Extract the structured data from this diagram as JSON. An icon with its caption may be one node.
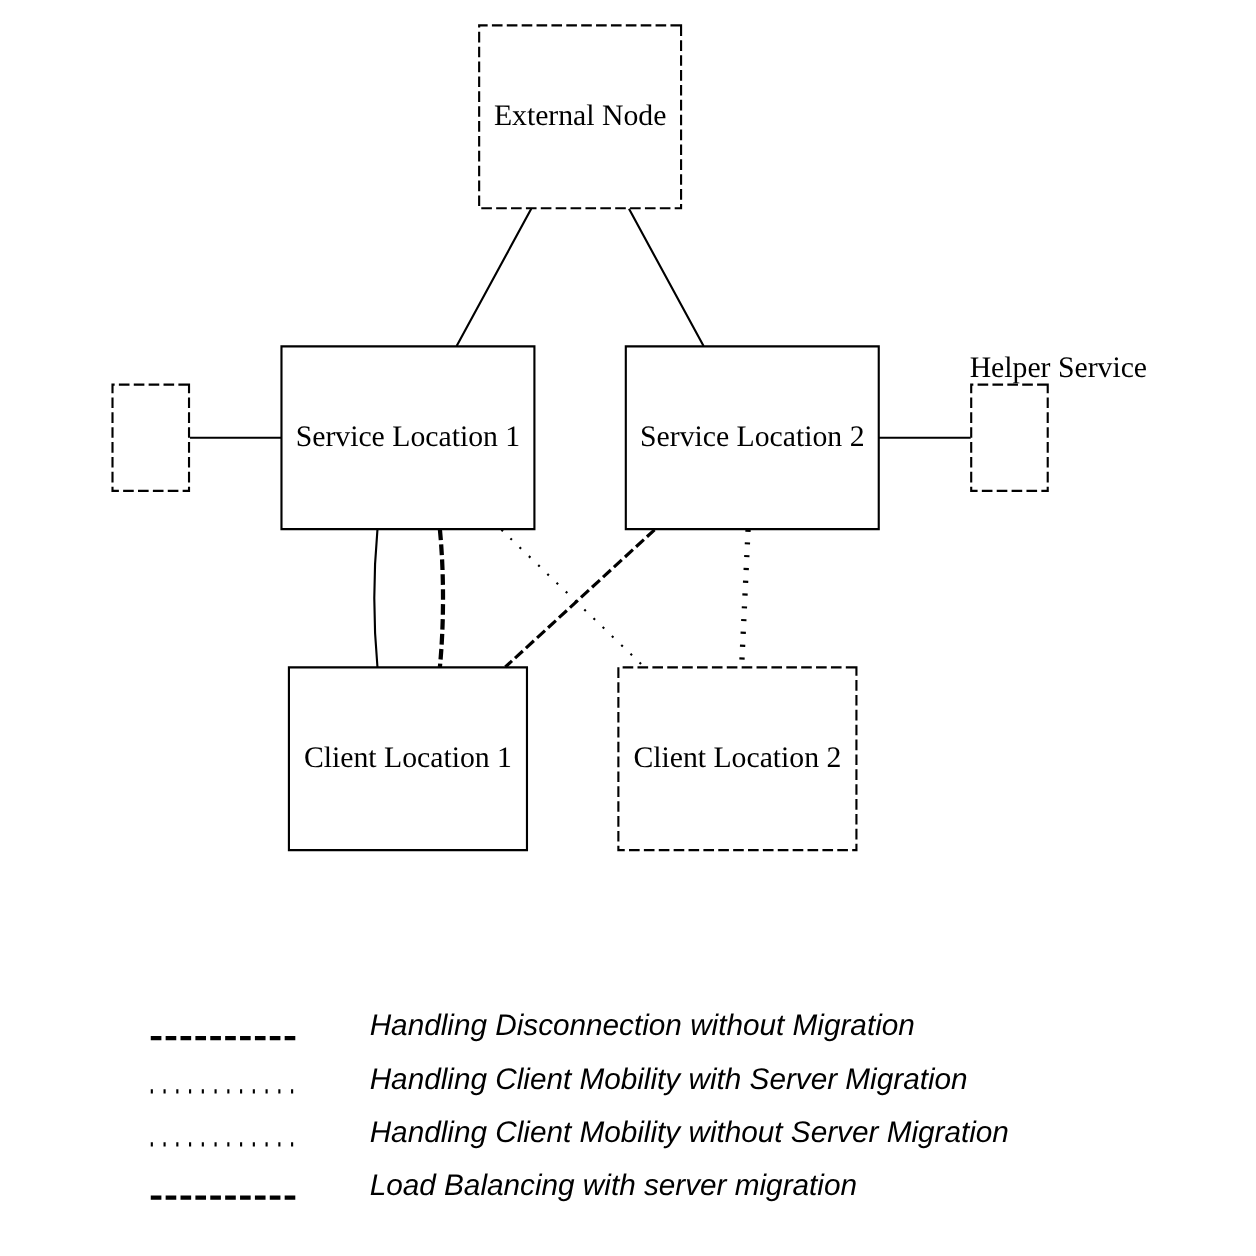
{
  "diagram": {
    "nodes": [
      {
        "text": [
          "External Node"
        ]
      },
      {
        "text": [
          "Service Location 1"
        ]
      },
      {
        "text": [],
        "shape": "box"
      },
      {
        "text": [
          "Service Location 2"
        ]
      },
      {
        "text": [],
        "shape": "box",
        "beside": [
          "Helper Service"
        ]
      },
      {
        "text": [
          "Client Location 1"
        ]
      },
      {
        "text": [
          "Client Location 2"
        ]
      }
    ],
    "edges": [
      {
        "from": 0,
        "to": 1,
        "arrow": "none"
      },
      {
        "from": 0,
        "to": 3,
        "arrow": "none"
      },
      {
        "from": 2,
        "to": 1,
        "arrow": "none"
      },
      {
        "from": 3,
        "to": 4,
        "arrow": "none"
      },
      {
        "from": 1,
        "to": 5,
        "arrow": "none"
      },
      {
        "from": 1,
        "to": 5,
        "arrow": "none",
        "style": "dashed"
      },
      {
        "from": 1,
        "to": 6,
        "arrow": "none",
        "style": "dashed"
      },
      {
        "from": 3,
        "to": 5,
        "arrow": "none",
        "style": "dashed"
      },
      {
        "from": 3,
        "to": 6,
        "arrow": "none",
        "style": "dashed"
      }
    ],
    "legend": [
      {
        "text": "Handling Disconnection without Migration"
      },
      {
        "text": "Handling Client Mobility with Server Migration"
      },
      {
        "text": "Handling Client Mobility without Server Migration"
      },
      {
        "text": "Load Balancing with server migration"
      }
    ]
  }
}
